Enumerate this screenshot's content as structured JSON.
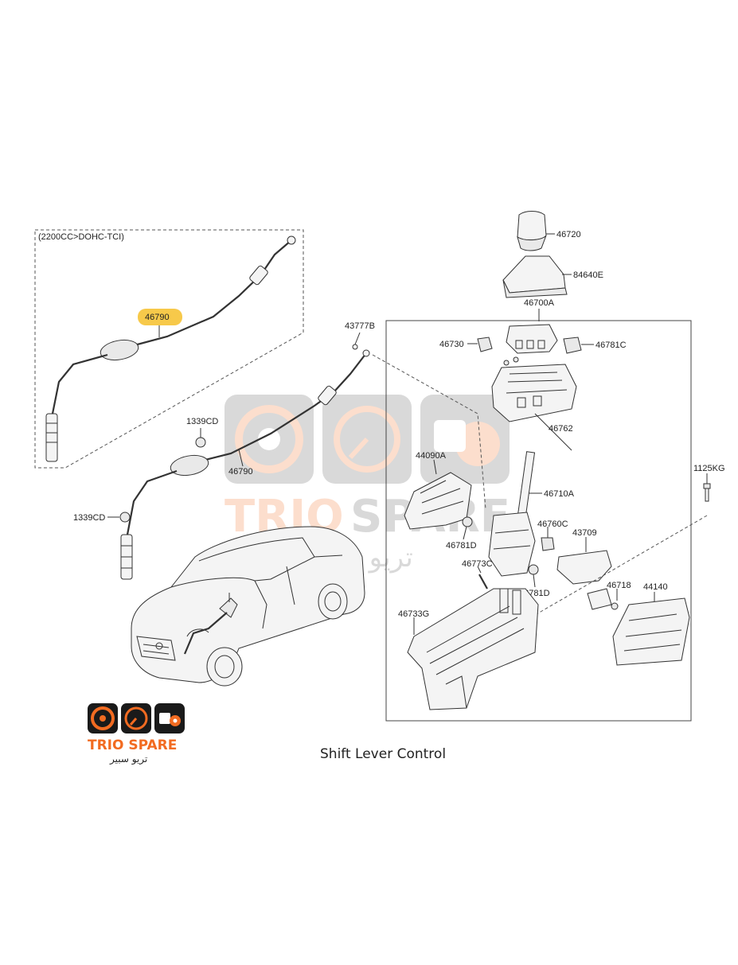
{
  "diagram": {
    "caption": "Shift Lever Control",
    "variant_note": "(2200CC>DOHC-TCI)",
    "highlight_color": "#f7c94a",
    "parts": [
      {
        "id": "p46720",
        "label": "46720"
      },
      {
        "id": "p84640e",
        "label": "84640E"
      },
      {
        "id": "p46700a",
        "label": "46700A"
      },
      {
        "id": "p46730",
        "label": "46730"
      },
      {
        "id": "p46781c",
        "label": "46781C"
      },
      {
        "id": "p43777b",
        "label": "43777B"
      },
      {
        "id": "p46790_hl",
        "label": "46790"
      },
      {
        "id": "p1339cd_a",
        "label": "1339CD"
      },
      {
        "id": "p46790",
        "label": "46790"
      },
      {
        "id": "p1339cd_b",
        "label": "1339CD"
      },
      {
        "id": "p46762",
        "label": "46762"
      },
      {
        "id": "p44090a",
        "label": "44090A"
      },
      {
        "id": "p46710a",
        "label": "46710A"
      },
      {
        "id": "p1125kg",
        "label": "1125KG"
      },
      {
        "id": "p46760c",
        "label": "46760C"
      },
      {
        "id": "p46781d_a",
        "label": "46781D"
      },
      {
        "id": "p43709",
        "label": "43709"
      },
      {
        "id": "p46773c",
        "label": "46773C"
      },
      {
        "id": "p46781d_b",
        "label": "46781D"
      },
      {
        "id": "p46718",
        "label": "46718"
      },
      {
        "id": "p44140",
        "label": "44140"
      },
      {
        "id": "p46733g",
        "label": "46733G"
      }
    ]
  },
  "brand": {
    "name": "TRIO SPARE",
    "name_arabic": "تريو سبير",
    "primary_color": "#f26b21",
    "dark_color": "#1a1a1a",
    "icons": [
      "brake-disc-icon",
      "gauge-icon",
      "engine-icon"
    ]
  }
}
